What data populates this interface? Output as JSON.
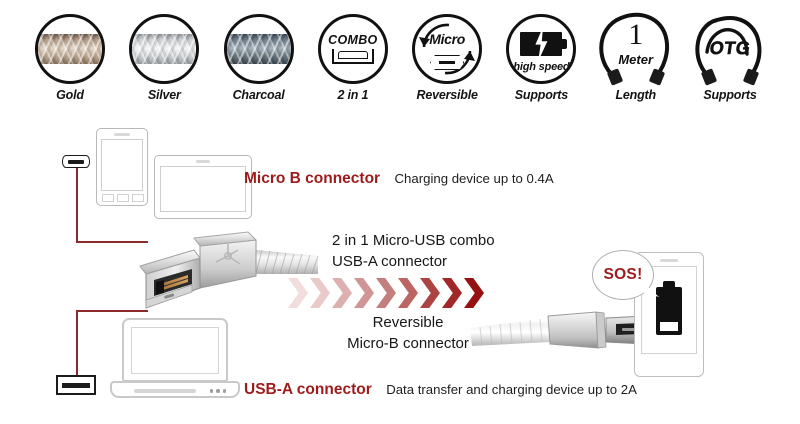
{
  "features": [
    {
      "id": "gold",
      "label": "Gold",
      "icon": "cable-swatch-gold",
      "swatch": "#c7b29b"
    },
    {
      "id": "silver",
      "label": "Silver",
      "icon": "cable-swatch-silver",
      "swatch": "#dfe2e4"
    },
    {
      "id": "charcoal",
      "label": "Charcoal",
      "icon": "cable-swatch-charcoal",
      "swatch": "#7a8793"
    },
    {
      "id": "combo",
      "label": "2 in 1",
      "icon": "combo-port-icon",
      "badge": "COMBO"
    },
    {
      "id": "reversible",
      "label": "Reversible",
      "icon": "micro-reversible-icon",
      "badge": "Micro"
    },
    {
      "id": "highspeed",
      "label": "Supports",
      "icon": "high-speed-battery-icon",
      "badge": "high speed"
    },
    {
      "id": "length",
      "label": "Length",
      "icon": "cable-loop-icon",
      "badge": "1",
      "unit": "Meter"
    },
    {
      "id": "otg",
      "label": "Supports",
      "icon": "otg-cable-icon",
      "badge": "OTG"
    }
  ],
  "diagram": {
    "micro_b": {
      "title": "Micro B connector",
      "desc": "Charging device up to 0.4A"
    },
    "combo": {
      "line1": "2 in 1 Micro-USB combo",
      "line2": "USB-A connector"
    },
    "reversible": {
      "line1": "Reversible",
      "line2": "Micro-B connector"
    },
    "usb_a": {
      "title": "USB-A connector",
      "desc": "Data transfer and charging device up to 2A"
    },
    "alert": {
      "text": "SOS!"
    },
    "arrow_colors": [
      "#f3dcdc",
      "#eac9c9",
      "#ddb0b0",
      "#d09696",
      "#c57e7e",
      "#bb6565",
      "#ad4444",
      "#a12828",
      "#961212"
    ]
  },
  "colors": {
    "accent_red": "#9e1b1b",
    "line_red": "#8d2a2a",
    "outline_gray": "#bdbdbd",
    "ink": "#141414"
  }
}
